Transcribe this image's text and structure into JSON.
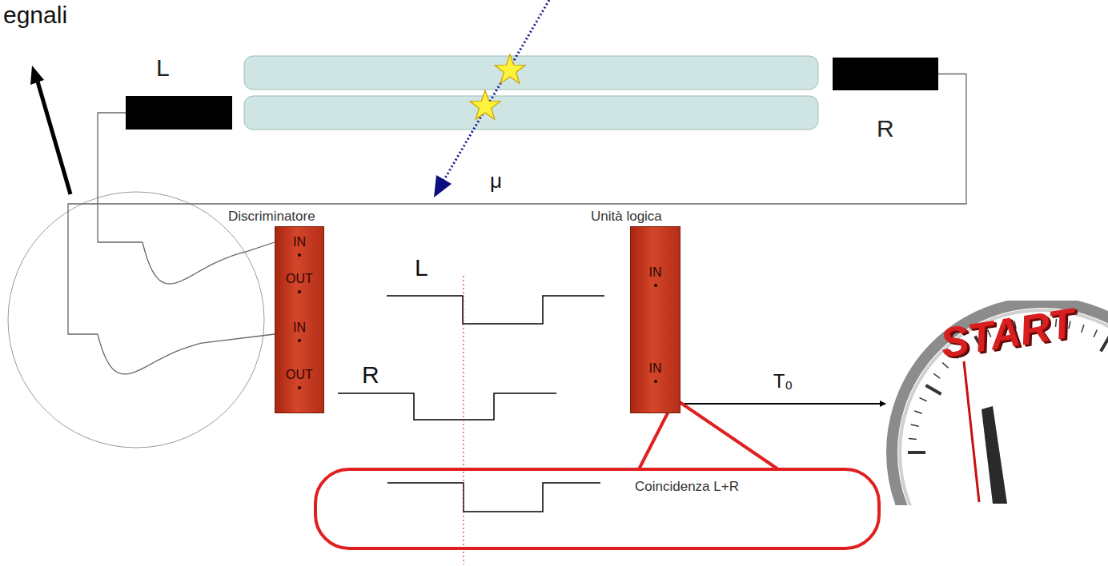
{
  "diagram": {
    "nodes": [
      {
        "text": [
          "L"
        ]
      },
      {
        "text": [
          "R"
        ]
      },
      {
        "text": [
          "Discriminatore",
          "IN",
          "OUT",
          "IN",
          "OUT"
        ]
      },
      {
        "text": [
          "Unità logica",
          "IN",
          "IN"
        ]
      },
      {
        "text": [
          "Coincidenza L+R"
        ]
      },
      {
        "text": [
          "START"
        ]
      }
    ],
    "edges": [
      {
        "from": 0,
        "to": 2,
        "arrow": "none"
      },
      {
        "from": 1,
        "to": 2,
        "arrow": "none"
      },
      {
        "from": 3,
        "to": 5,
        "arrow": "to",
        "label": "T₀"
      },
      {
        "from": 3,
        "to": 4,
        "arrow": "none"
      }
    ],
    "labels": [
      "egnali",
      "μ",
      "L",
      "R"
    ]
  }
}
